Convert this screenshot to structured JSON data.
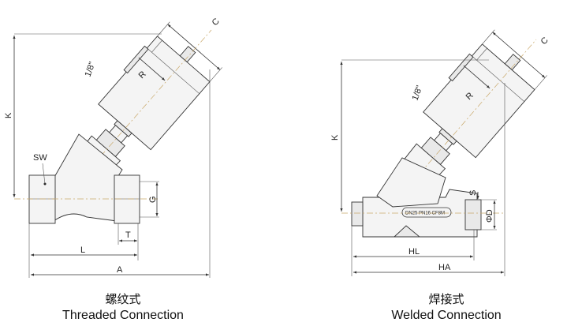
{
  "threaded": {
    "labels": {
      "K": "K",
      "C": "C",
      "port": "1/8\"",
      "R": "R",
      "SW": "SW",
      "G": "G",
      "T": "T",
      "L": "L",
      "A": "A"
    },
    "caption_cn": "螺纹式",
    "caption_en": "Threaded Connection"
  },
  "welded": {
    "labels": {
      "K": "K",
      "C": "C",
      "port": "1/8\"",
      "R": "R",
      "S": "S",
      "D": "ΦD",
      "HL": "HL",
      "HA": "HA"
    },
    "body_marking": "DN25 PN16 CF8M",
    "caption_cn": "焊接式",
    "caption_en": "Welded Connection"
  }
}
